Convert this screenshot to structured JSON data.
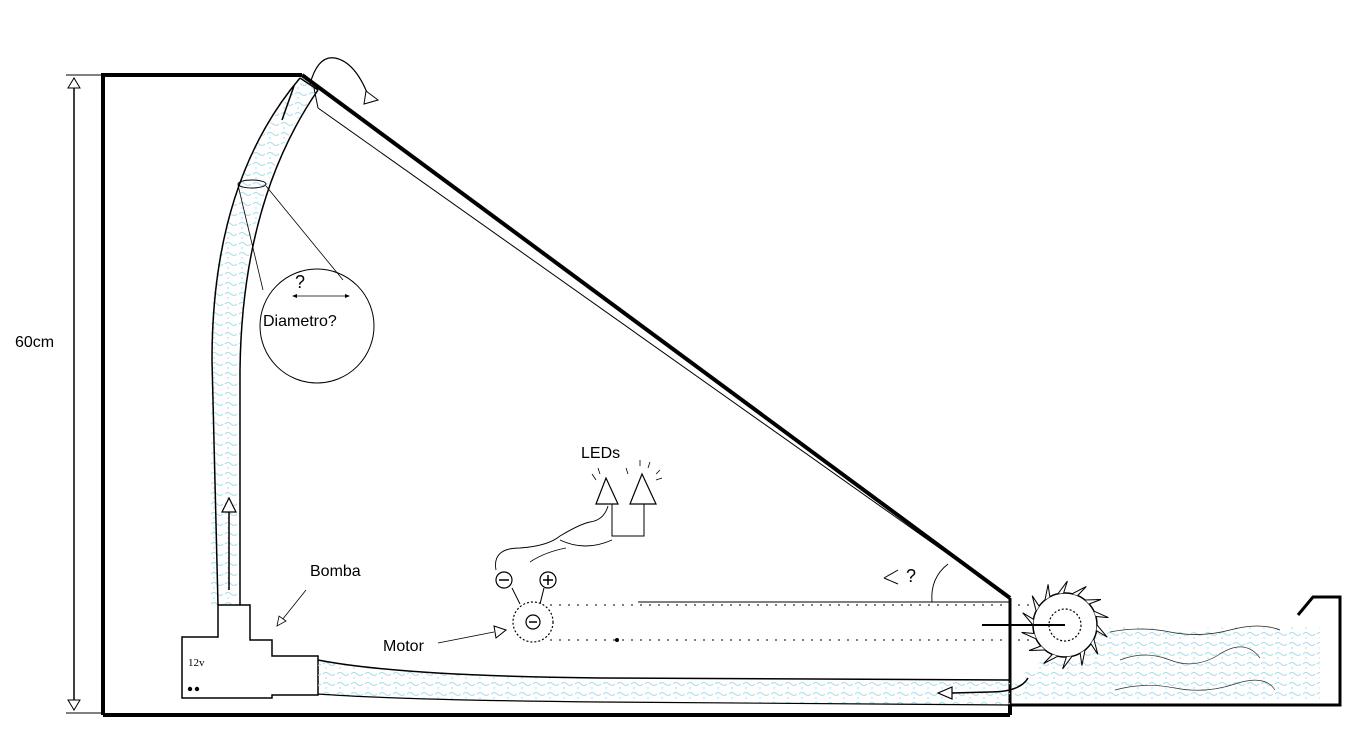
{
  "labels": {
    "height": "60cm",
    "diameter_question": "?",
    "diameter": "Diametro?",
    "leds": "LEDs",
    "bomba": "Bomba",
    "motor": "Motor",
    "voltage": "12v",
    "angle_question": "?",
    "minus": "−",
    "plus": "+"
  },
  "colors": {
    "ink": "#000000",
    "water": "#9fd6e8",
    "background": "#ffffff"
  }
}
